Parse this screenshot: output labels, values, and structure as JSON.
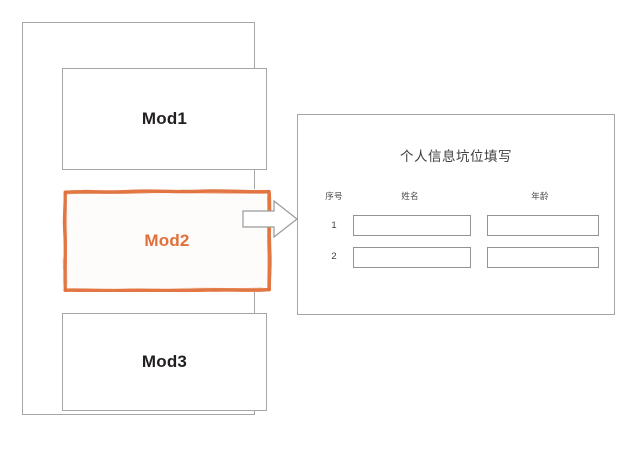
{
  "diagram": {
    "module_stack": {
      "modules": [
        {
          "label": "Mod1",
          "state": "normal"
        },
        {
          "label": "Mod2",
          "state": "highlighted"
        },
        {
          "label": "Mod3",
          "state": "normal"
        }
      ]
    },
    "connector": {
      "icon": "block-arrow-right-icon",
      "direction": "right"
    },
    "form_panel": {
      "title": "个人信息坑位填写",
      "columns": [
        {
          "key": "index",
          "label": "序号"
        },
        {
          "key": "name",
          "label": "姓名"
        },
        {
          "key": "age",
          "label": "年龄"
        }
      ],
      "rows": [
        {
          "index": "1",
          "name": "",
          "age": ""
        },
        {
          "index": "2",
          "name": "",
          "age": ""
        }
      ]
    }
  },
  "colors": {
    "highlight": "#e0703a",
    "border": "#a6a6a6",
    "field_border": "#939393",
    "text": "#231f20",
    "background": "#ffffff"
  }
}
